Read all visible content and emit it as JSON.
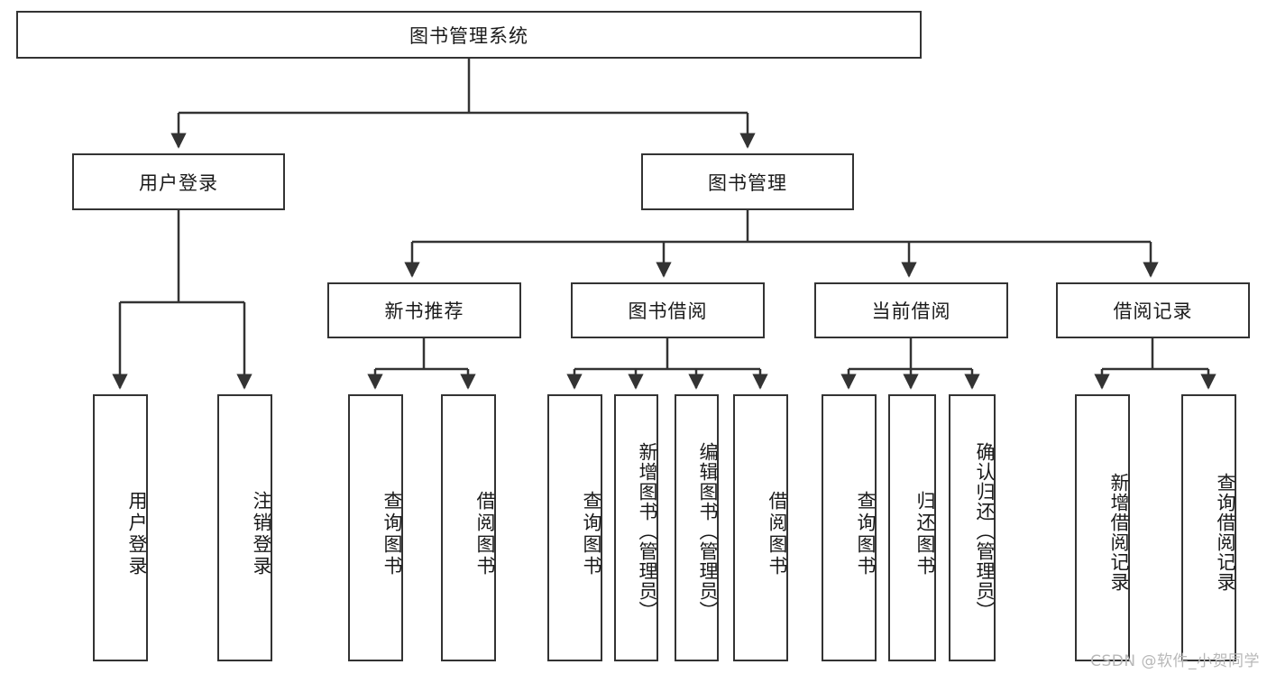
{
  "diagram": {
    "title": "图书管理系统",
    "type": "tree",
    "colors": {
      "background": "#ffffff",
      "node_border": "#333333",
      "node_fill": "#ffffff",
      "edge": "#333333",
      "text": "#1a1a1a",
      "watermark": "#b8b8b8"
    },
    "watermark": "CSDN @软件_小贺同学",
    "levels": {
      "root": {
        "label": "图书管理系统"
      },
      "level2": [
        {
          "label": "用户登录"
        },
        {
          "label": "图书管理"
        }
      ],
      "level3": [
        {
          "label": "新书推荐"
        },
        {
          "label": "图书借阅"
        },
        {
          "label": "当前借阅"
        },
        {
          "label": "借阅记录"
        }
      ],
      "leaves": {
        "user_login": [
          {
            "label": "用户登录"
          },
          {
            "label": "注销登录"
          }
        ],
        "new_book_recommend": [
          {
            "label": "查询图书"
          },
          {
            "label": "借阅图书"
          }
        ],
        "book_borrow": [
          {
            "label": "查询图书"
          },
          {
            "label": "新增图书（管理员）"
          },
          {
            "label": "编辑图书（管理员）"
          },
          {
            "label": "借阅图书"
          }
        ],
        "current_borrow": [
          {
            "label": "查询图书"
          },
          {
            "label": "归还图书"
          },
          {
            "label": "确认归还（管理员）"
          }
        ],
        "borrow_record": [
          {
            "label": "新增借阅记录"
          },
          {
            "label": "查询借阅记录"
          }
        ]
      }
    }
  }
}
